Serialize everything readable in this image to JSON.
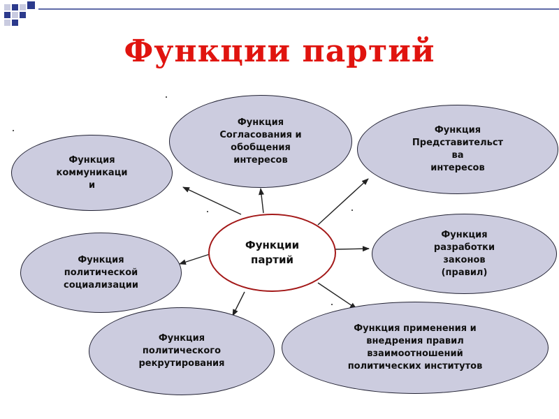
{
  "title": "Функции партий",
  "accent_colors": {
    "title": "#e0140f",
    "center_border": "#a31818",
    "node_fill": "#ccccdf",
    "square_blue": "#2c3a8c",
    "square_light": "#c9cbe0"
  },
  "center": {
    "label": "Функции\nпартий"
  },
  "functions": [
    {
      "id": "communication",
      "label": "Функция\nкоммуникаци\nи"
    },
    {
      "id": "coordination",
      "label": "Функция\nСогласования и\nобобщения\nинтересов"
    },
    {
      "id": "representation",
      "label": "Функция\nПредставительст\nва\nинтересов"
    },
    {
      "id": "lawmaking",
      "label": "Функция\nразработки\nзаконов\n(правил)"
    },
    {
      "id": "socialization",
      "label": "Функция\nполитической\nсоциализации"
    },
    {
      "id": "recruitment",
      "label": "Функция\nполитического\nрекрутирования"
    },
    {
      "id": "implementation",
      "label": "Функция применения и\nвнедрения правил\nвзаимоотношений\nполитических институтов"
    }
  ]
}
